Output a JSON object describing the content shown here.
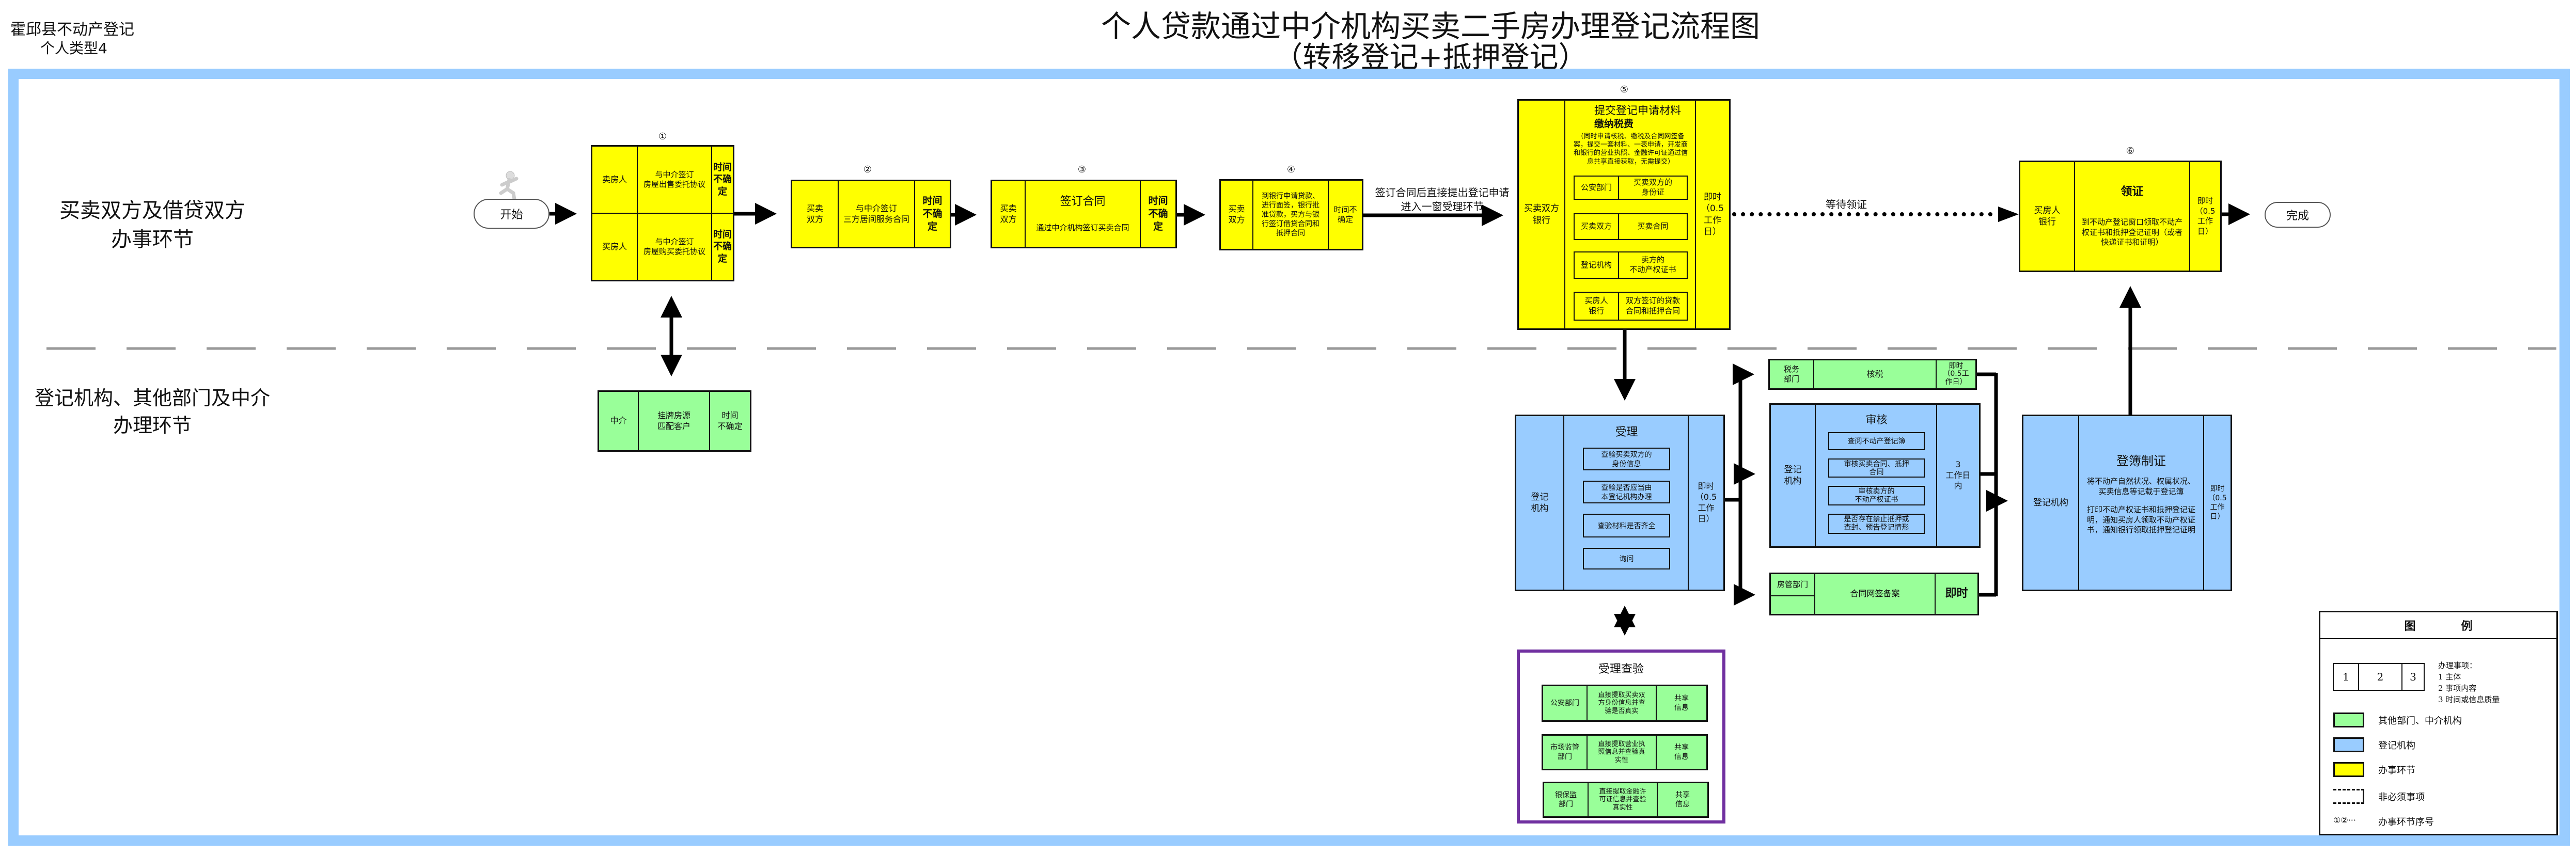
{
  "header": {
    "org": "霍邱县不动产登记",
    "type": "个人类型4",
    "title": "个人贷款通过中介机构买卖二手房办理登记流程图",
    "subtitle": "（转移登记+抵押登记）"
  },
  "lanes": {
    "top": "买卖双方及借贷双方\n办事环节",
    "bottom": "登记机构、其他部门及中介\n办理环节"
  },
  "start": "开始",
  "end": "完成",
  "step1": {
    "num": "①",
    "rows": [
      {
        "actor": "卖房人",
        "content": "与中介签订\n房屋出售委托协议",
        "time": "时间\n不确\n定"
      },
      {
        "actor": "买房人",
        "content": "与中介签订\n房屋购买委托协议",
        "time": "时间\n不确\n定"
      }
    ]
  },
  "step2": {
    "num": "②",
    "actor": "买卖\n双方",
    "content": "与中介签订\n三方居间服务合同",
    "time": "时间\n不确\n定"
  },
  "step3": {
    "num": "③",
    "actor": "买卖\n双方",
    "title": "签订合同",
    "content": "通过中介机构签订买卖合同",
    "time": "时间\n不确\n定"
  },
  "step4": {
    "num": "④",
    "actor": "买卖\n双方",
    "content": "到银行申请贷款、\n进行面签，银行批\n准贷款，买方与银\n行签订借贷合同和\n抵押合同",
    "time": "时间不\n确定"
  },
  "connector_label": "签订合同后直接提出登记申请\n进入一窗受理环节",
  "step5": {
    "num": "⑤",
    "actor": "买卖双方\n银行",
    "title": "提交登记申请材料",
    "subtitle": "缴纳税费",
    "note": "（同时申请核税、缴税及合同网签备案，提交一套材料、一表申请，开发商和银行的营业执照、金融许可证通过信息共享直接获取，无需提交）",
    "items": [
      {
        "actor": "公安部门",
        "content": "买卖双方的\n身份证"
      },
      {
        "actor": "买卖双方",
        "content": "买卖合同"
      },
      {
        "actor": "登记机构",
        "content": "卖方的\n不动产权证书"
      },
      {
        "actor": "买房人\n银行",
        "content": "双方签订的贷款\n合同和抵押合同"
      }
    ],
    "time": "即时\n（0.5\n工作\n日）"
  },
  "wait_label": "等待领证",
  "step6": {
    "num": "⑥",
    "actor": "买房人\n银行",
    "title": "领证",
    "content": "到不动产登记窗口领取不动产权证书和抵押登记证明（或者快递证书和证明）",
    "time": "即时\n（0.5\n工作\n日）"
  },
  "agency": {
    "actor": "中介",
    "content": "挂牌房源\n匹配客户",
    "time": "时间\n不确定"
  },
  "accept": {
    "actor": "登记\n机构",
    "title": "受理",
    "items": [
      "查验买卖双方的\n身份信息",
      "查验是否应当由\n本登记机构办理",
      "查验材料是否齐全",
      "询问"
    ],
    "time": "即时\n（0.5\n工作\n日）"
  },
  "tax": {
    "actor": "税务\n部门",
    "content": "核税",
    "time": "即时\n（0.5工\n作日）"
  },
  "review": {
    "actor": "登记\n机构",
    "title": "审核",
    "items": [
      "查阅不动产登记簿",
      "审核买卖合同、抵押\n合同",
      "审核卖方的\n不动产权证书",
      "是否存在禁止抵押或\n查封、预告登记情形"
    ],
    "time": "3\n工作日\n内"
  },
  "filing": {
    "actor": "房管部门",
    "content": "合同网签备案",
    "time": "即时"
  },
  "register": {
    "actor": "登记机构",
    "title": "登簿制证",
    "desc1": "将不动产自然状况、权属状况、买卖信息等记载于登记簿",
    "desc2": "打印不动产权证书和抵押登记证明，通知买房人领取不动产权证书，通知银行领取抵押登记证明",
    "time": "即时\n（0.5\n工作\n日）"
  },
  "verify": {
    "title": "受理查验",
    "rows": [
      {
        "actor": "公安部门",
        "content": "直接提取买卖双\n方身份信息并查\n验是否真实",
        "info": "共享\n信息"
      },
      {
        "actor": "市场监管\n部门",
        "content": "直接提取营业执\n照信息并查验真\n实性",
        "info": "共享\n信息"
      },
      {
        "actor": "银保监\n部门",
        "content": "直接提取金融许\n可证信息并查验\n真实性",
        "info": "共享\n信息"
      }
    ]
  },
  "legend": {
    "title": "图　　　　例",
    "cells": [
      "1",
      "2",
      "3"
    ],
    "desc": [
      "办理事项：",
      "1  主体",
      "2  事项内容",
      "3  时间或信息质量"
    ],
    "items": [
      {
        "label": "其他部门、中介机构",
        "color": "#99ff99"
      },
      {
        "label": "登记机构",
        "color": "#99ccff"
      },
      {
        "label": "办事环节",
        "color": "#ffff00"
      },
      {
        "label": "非必须事项",
        "style": "dashed"
      }
    ],
    "seq_symbol": "①②···",
    "seq_label": "办事环节序号"
  },
  "colors": {
    "process": "#ffff00",
    "other_dept": "#99ff99",
    "registry": "#99ccff",
    "frame": "#99ccff",
    "verify_border": "#7030a0"
  }
}
